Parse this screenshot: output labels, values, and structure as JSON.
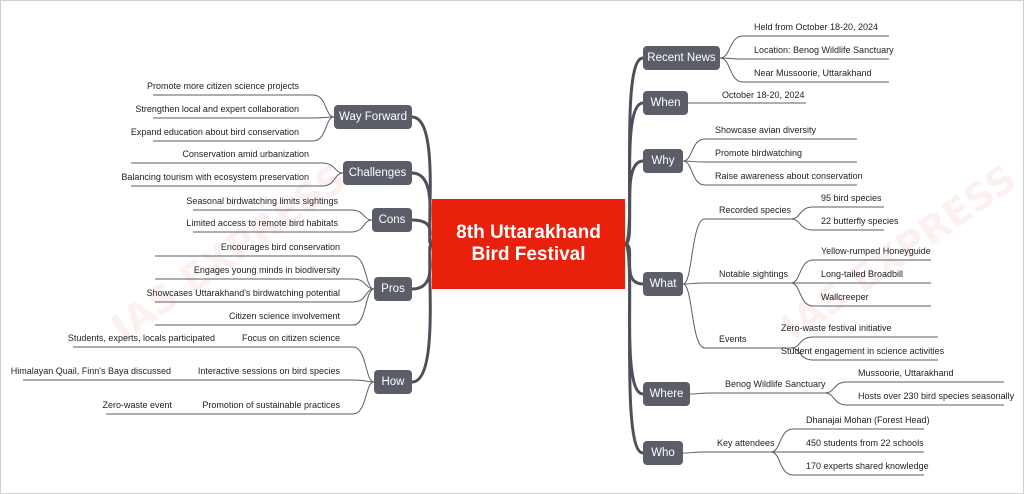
{
  "central": [
    "8th Uttarakhand",
    "Bird Festival"
  ],
  "watermark": "IAS EXPRESS",
  "right": {
    "recent_news": {
      "label": "Recent News",
      "items": [
        "Held from October 18-20, 2024",
        "Location: Benog Wildlife Sanctuary",
        "Near Mussoorie, Uttarakhand"
      ]
    },
    "when": {
      "label": "When",
      "items": [
        "October 18-20, 2024"
      ]
    },
    "why": {
      "label": "Why",
      "items": [
        "Showcase avian diversity",
        "Promote birdwatching",
        "Raise awareness about conservation"
      ]
    },
    "what": {
      "label": "What",
      "recorded": {
        "label": "Recorded species",
        "items": [
          "95 bird species",
          "22 butterfly species"
        ]
      },
      "notable": {
        "label": "Notable sightings",
        "items": [
          "Yellow-rumped Honeyguide",
          "Long-tailed Broadbill",
          "Wallcreeper"
        ]
      },
      "events": {
        "label": "Events",
        "items": [
          "Zero-waste festival initiative",
          "Student engagement in science activities"
        ]
      }
    },
    "where": {
      "label": "Where",
      "sub": "Benog Wildlife Sanctuary",
      "items": [
        "Mussoorie, Uttarakhand",
        "Hosts over 230 bird species seasonally"
      ]
    },
    "who": {
      "label": "Who",
      "sub": "Key attendees",
      "items": [
        "Dhanajai Mohan (Forest Head)",
        "450 students from 22 schools",
        "170 experts shared knowledge"
      ]
    }
  },
  "left": {
    "way_forward": {
      "label": "Way Forward",
      "items": [
        "Promote more citizen science projects",
        "Strengthen local and expert collaboration",
        "Expand education about bird conservation"
      ]
    },
    "challenges": {
      "label": "Challenges",
      "items": [
        "Conservation amid urbanization",
        "Balancing tourism with ecosystem preservation"
      ]
    },
    "cons": {
      "label": "Cons",
      "items": [
        "Seasonal birdwatching limits sightings",
        "Limited access to remote bird habitats"
      ]
    },
    "pros": {
      "label": "Pros",
      "items": [
        "Encourages bird conservation",
        "Engages young minds in biodiversity",
        "Showcases Uttarakhand's birdwatching potential",
        "Citizen science involvement"
      ]
    },
    "how": {
      "label": "How",
      "focus": {
        "label": "Focus on citizen science",
        "items": [
          "Students, experts, locals participated"
        ]
      },
      "sessions": {
        "label": "Interactive sessions on bird species",
        "items": [
          "Himalayan Quail, Finn's Baya discussed"
        ]
      },
      "promotion": {
        "label": "Promotion of sustainable practices",
        "items": [
          "Zero-waste event"
        ]
      }
    }
  }
}
